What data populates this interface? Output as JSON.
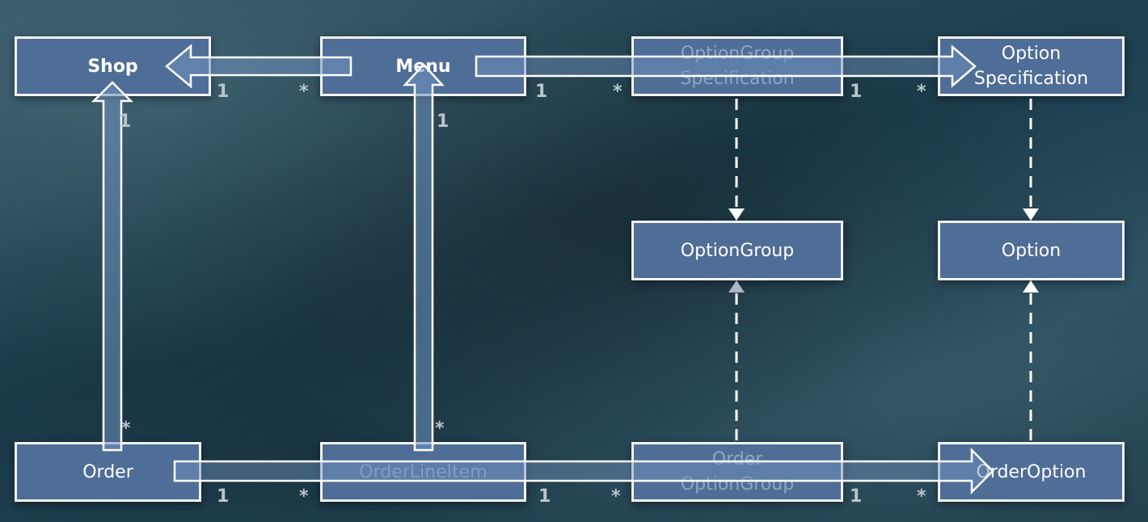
{
  "boxes": {
    "shop": {
      "lines": [
        "Shop"
      ]
    },
    "menu": {
      "lines": [
        "Menu"
      ]
    },
    "option_group_spec": {
      "lines": [
        "OptionGroup",
        "Specification"
      ]
    },
    "option_spec": {
      "lines": [
        "Option",
        "Specification"
      ]
    },
    "option_group": {
      "lines": [
        "OptionGroup"
      ]
    },
    "option": {
      "lines": [
        "Option"
      ]
    },
    "order": {
      "lines": [
        "Order"
      ]
    },
    "order_line_item": {
      "lines": [
        "OrderLineItem"
      ]
    },
    "order_option_group": {
      "lines": [
        "Order",
        "OptionGroup"
      ]
    },
    "order_option": {
      "lines": [
        "OrderOption"
      ]
    }
  },
  "multiplicities": {
    "menu_shop_one": "1",
    "menu_shop_many": "*",
    "menu_ogspec_one": "1",
    "menu_ogspec_many": "*",
    "ogspec_ospec_one": "1",
    "ogspec_ospec_many": "*",
    "order_shop_one": "1",
    "order_shop_many": "*",
    "oli_menu_one": "1",
    "oli_menu_many": "*",
    "order_oli_one": "1",
    "order_oli_many": "*",
    "oli_oog_one": "1",
    "oli_oog_many": "*",
    "oog_oo_one": "1",
    "oog_oo_many": "*"
  },
  "colors": {
    "box_fill": "#4f6e97",
    "box_border": "#f2f2f2",
    "arrow_fill": "#6f93bf",
    "dash_line": "#ffffff"
  }
}
